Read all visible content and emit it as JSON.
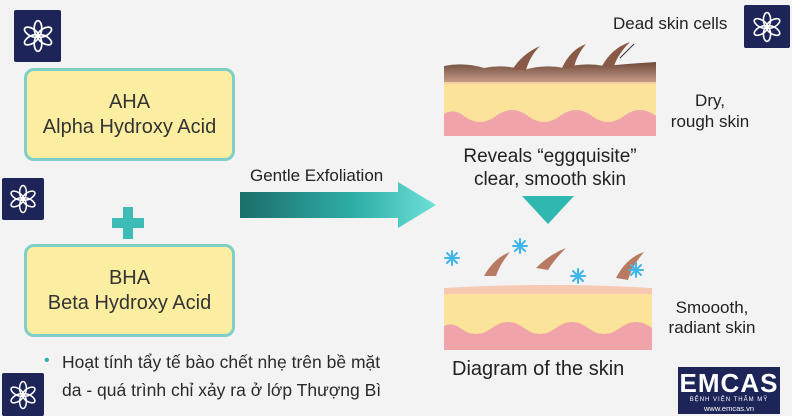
{
  "left_panel": {
    "aha_box": {
      "line1": "AHA",
      "line2": "Alpha Hydroxy Acid"
    },
    "plus_sign": "+",
    "bha_box": {
      "line1": "BHA",
      "line2": "Beta Hydroxy Acid"
    }
  },
  "arrow_label": "Gentle Exfoliation",
  "diagram": {
    "dead_cells_label": "Dead skin cells",
    "dry_label": {
      "line1": "Dry,",
      "line2": "rough skin"
    },
    "reveals_label": {
      "line1": "Reveals “eggquisite”",
      "line2": "clear, smooth skin"
    },
    "smooth_label": {
      "line1": "Smoooth,",
      "line2": "radiant skin"
    },
    "caption": "Diagram of the skin"
  },
  "bullet": {
    "line1": "Hoạt tính tẩy tế bào chết nhẹ trên bề mặt",
    "line2": "da - quá trình chỉ xảy ra ở lớp Thượng Bì"
  },
  "brand": {
    "name": "EMCAS",
    "subtitle": "BỆNH VIỆN THẨM MỸ",
    "website": "www.emcas.vn"
  },
  "colors": {
    "navy": "#1d2457",
    "teal": "#2fb8b0",
    "yellow_box": "#fbeea0",
    "skin_pink": "#f0a0a8",
    "skin_yellow": "#fbe39a",
    "dead_cell_brown": "#8a5a48"
  }
}
